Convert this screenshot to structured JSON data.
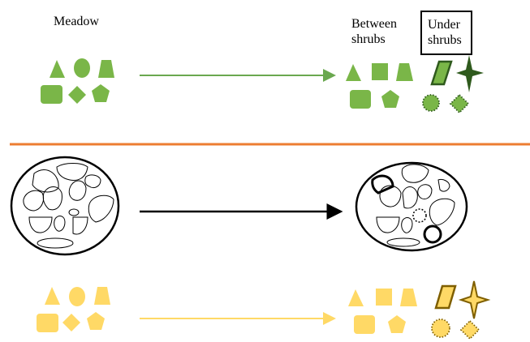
{
  "labels": {
    "meadow": "Meadow",
    "between_shrubs": "Between shrubs",
    "under_shrubs": "Under shrubs"
  },
  "colors": {
    "green_fill": "#7ab648",
    "green_dark": "#2f5a1d",
    "green_arrow": "#6aa84f",
    "divider": "#ed7d31",
    "yellow_fill": "#ffd966",
    "yellow_dark": "#7f5f00",
    "yellow_arrow": "#ffd966",
    "black": "#000000"
  }
}
